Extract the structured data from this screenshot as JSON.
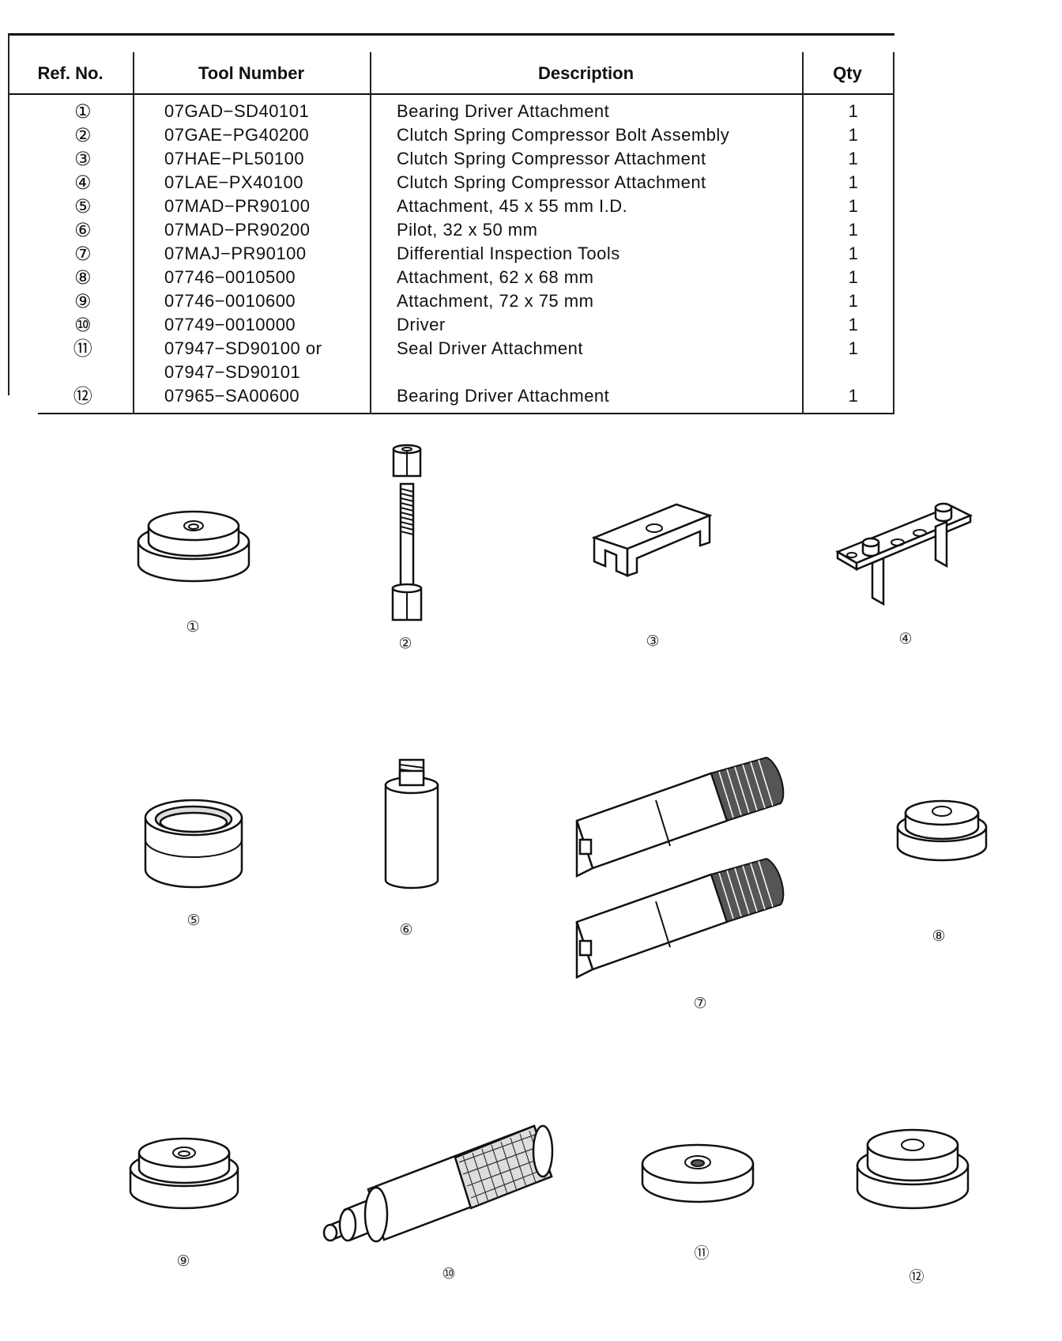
{
  "table": {
    "headers": {
      "ref": "Ref. No.",
      "tool_number": "Tool Number",
      "description": "Description",
      "qty": "Qty"
    },
    "rows": [
      {
        "ref": "①",
        "tool_number": "07GAD−SD40101",
        "description": "Bearing Driver Attachment",
        "qty": "1"
      },
      {
        "ref": "②",
        "tool_number": "07GAE−PG40200",
        "description": "Clutch Spring Compressor Bolt Assembly",
        "qty": "1"
      },
      {
        "ref": "③",
        "tool_number": "07HAE−PL50100",
        "description": "Clutch Spring Compressor Attachment",
        "qty": "1"
      },
      {
        "ref": "④",
        "tool_number": "07LAE−PX40100",
        "description": "Clutch Spring Compressor Attachment",
        "qty": "1"
      },
      {
        "ref": "⑤",
        "tool_number": "07MAD−PR90100",
        "description": "Attachment, 45 x 55 mm I.D.",
        "qty": "1"
      },
      {
        "ref": "⑥",
        "tool_number": "07MAD−PR90200",
        "description": "Pilot, 32 x 50 mm",
        "qty": "1"
      },
      {
        "ref": "⑦",
        "tool_number": "07MAJ−PR90100",
        "description": "Differential Inspection Tools",
        "qty": "1"
      },
      {
        "ref": "⑧",
        "tool_number": "07746−0010500",
        "description": "Attachment, 62 x 68 mm",
        "qty": "1"
      },
      {
        "ref": "⑨",
        "tool_number": "07746−0010600",
        "description": "Attachment, 72 x 75 mm",
        "qty": "1"
      },
      {
        "ref": "⑩",
        "tool_number": "07749−0010000",
        "description": "Driver",
        "qty": "1"
      },
      {
        "ref": "⑪",
        "tool_number": "07947−SD90100 or",
        "description": "Seal Driver Attachment",
        "qty": "1"
      },
      {
        "ref": "",
        "tool_number": "07947−SD90101",
        "description": "",
        "qty": ""
      },
      {
        "ref": "⑫",
        "tool_number": "07965−SA00600",
        "description": "Bearing Driver Attachment",
        "qty": "1"
      }
    ]
  },
  "illustrations": [
    {
      "label": "①",
      "icon": "bearing-driver-attachment-icon"
    },
    {
      "label": "②",
      "icon": "compressor-bolt-assembly-icon"
    },
    {
      "label": "③",
      "icon": "compressor-attachment-icon"
    },
    {
      "label": "④",
      "icon": "compressor-attachment-plate-icon"
    },
    {
      "label": "⑤",
      "icon": "ring-attachment-icon"
    },
    {
      "label": "⑥",
      "icon": "pilot-icon"
    },
    {
      "label": "⑦",
      "icon": "differential-inspection-tools-icon"
    },
    {
      "label": "⑧",
      "icon": "attachment-62x68-icon"
    },
    {
      "label": "⑨",
      "icon": "attachment-72x75-icon"
    },
    {
      "label": "⑩",
      "icon": "driver-icon"
    },
    {
      "label": "⑪",
      "icon": "seal-driver-attachment-icon"
    },
    {
      "label": "⑫",
      "icon": "bearing-driver-attachment-12-icon"
    }
  ]
}
